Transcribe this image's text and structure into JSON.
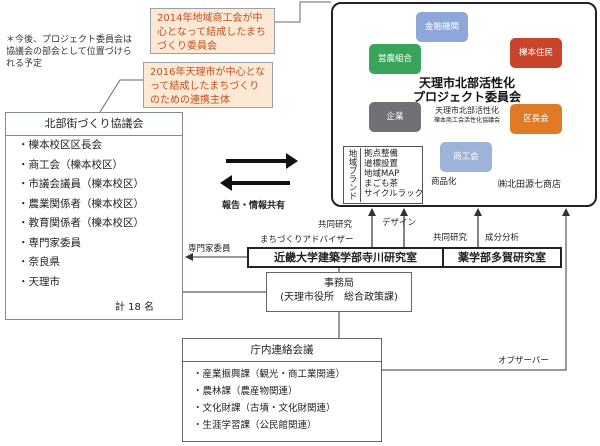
{
  "notes": {
    "note_2014": "2014年地域商工会が中心となって結成したまちづくり委員会",
    "note_2016": "2016年天理市が中心となって結成したまちづくりのための連携主体",
    "note_asterisk": "＊今後、プロジェクト委員会は協議会の部会として位置づけられる予定"
  },
  "council": {
    "title": "北部街づくり協議会",
    "items": [
      "・櫟本校区区長会",
      "・商工会（櫟本校区）",
      "・市議会議員（櫟本校区）",
      "・農業関係者（櫟本校区）",
      "・教育関係者（櫟本校区）",
      "・専門家委員",
      "・奈良県",
      "・天理市"
    ],
    "total": "計 18 名"
  },
  "exchange": {
    "label": "報告・情報共有"
  },
  "committee": {
    "title_line1": "天理市北部活性化",
    "title_line2": "プロジェクト委員会",
    "sub_line1": "天理市北部活性化",
    "sub_line2": "櫟本商工会活性化協議会",
    "members": {
      "finance": "金融機関",
      "residents": "櫟本住民",
      "district_head": "区長会",
      "commerce": "商工会",
      "company": "企業",
      "farm_coop": "営農組合"
    },
    "brand_vertical": "地域ブランド",
    "base_items": [
      "拠点整備",
      "道標設置",
      "地域MAP",
      "まごも茶",
      "サイクルラック"
    ],
    "commercialization": "商品化",
    "store": "㈱北田源七商店"
  },
  "connections": {
    "joint_research_top": "共同研究",
    "design": "デザイン",
    "town_advisor": "まちづくりアドバイザー",
    "joint_research_right": "共同研究",
    "component_analysis": "成分分析",
    "specialist_member": "専門家委員",
    "observer": "オブザーバー"
  },
  "labs": {
    "kindai": "近畿大学建築学部寺川研究室",
    "pharma": "薬学部多賀研究室"
  },
  "secretariat": {
    "title": "事務局",
    "subtitle": "(天理市役所　総合政策課)"
  },
  "agency": {
    "title": "庁内連絡会議",
    "items": [
      "・産業振興課（観光・商工業関連）",
      "・農林課（農産物関連）",
      "・文化財課（古墳・文化財関連）",
      "・生涯学習課（公民館関連）"
    ]
  },
  "colors": {
    "finance": "#8ea7d8",
    "residents": "#c9442b",
    "district_head": "#e07a24",
    "commerce": "#9db3d9",
    "company": "#6f7174",
    "farm_coop": "#3aa55a",
    "note_fill": "#fbe9d6",
    "note_text": "#c0501e"
  }
}
